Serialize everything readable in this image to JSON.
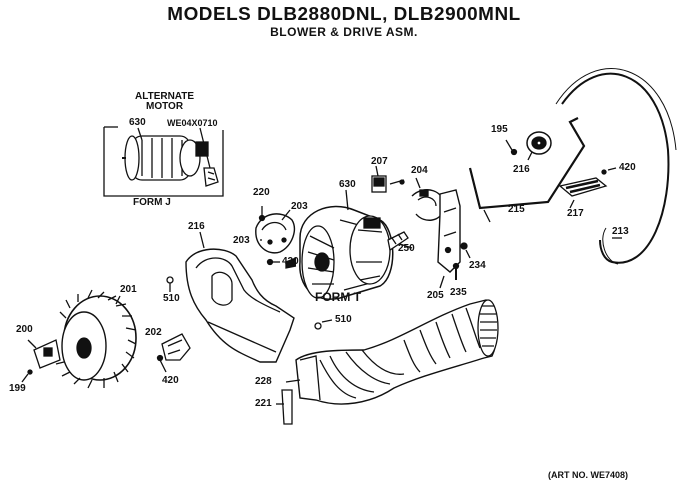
{
  "title": "MODELS DLB2880DNL, DLB2900MNL",
  "subtitle": "BLOWER & DRIVE ASM.",
  "inset": {
    "heading_line1": "ALTERNATE",
    "heading_line2": "MOTOR",
    "caption": "FORM J",
    "part_630": "630",
    "part_number": "WE04X0710"
  },
  "callouts": {
    "p195": "195",
    "p216a": "216",
    "p215": "215",
    "p217": "217",
    "p420a": "420",
    "p213": "213",
    "p207": "207",
    "p204": "204",
    "p630": "630",
    "p220": "220",
    "p203a": "203",
    "p203b": "203",
    "p420b": "420",
    "p216b": "216",
    "p250": "250",
    "p234": "234",
    "p205": "205",
    "p235": "235",
    "p201": "201",
    "p510a": "510",
    "p510b": "510",
    "p200": "200",
    "p202": "202",
    "p420c": "420",
    "p199": "199",
    "p228": "228",
    "p221": "221"
  },
  "form_t": "FORM T",
  "art_number": "(ART NO. WE7408)"
}
